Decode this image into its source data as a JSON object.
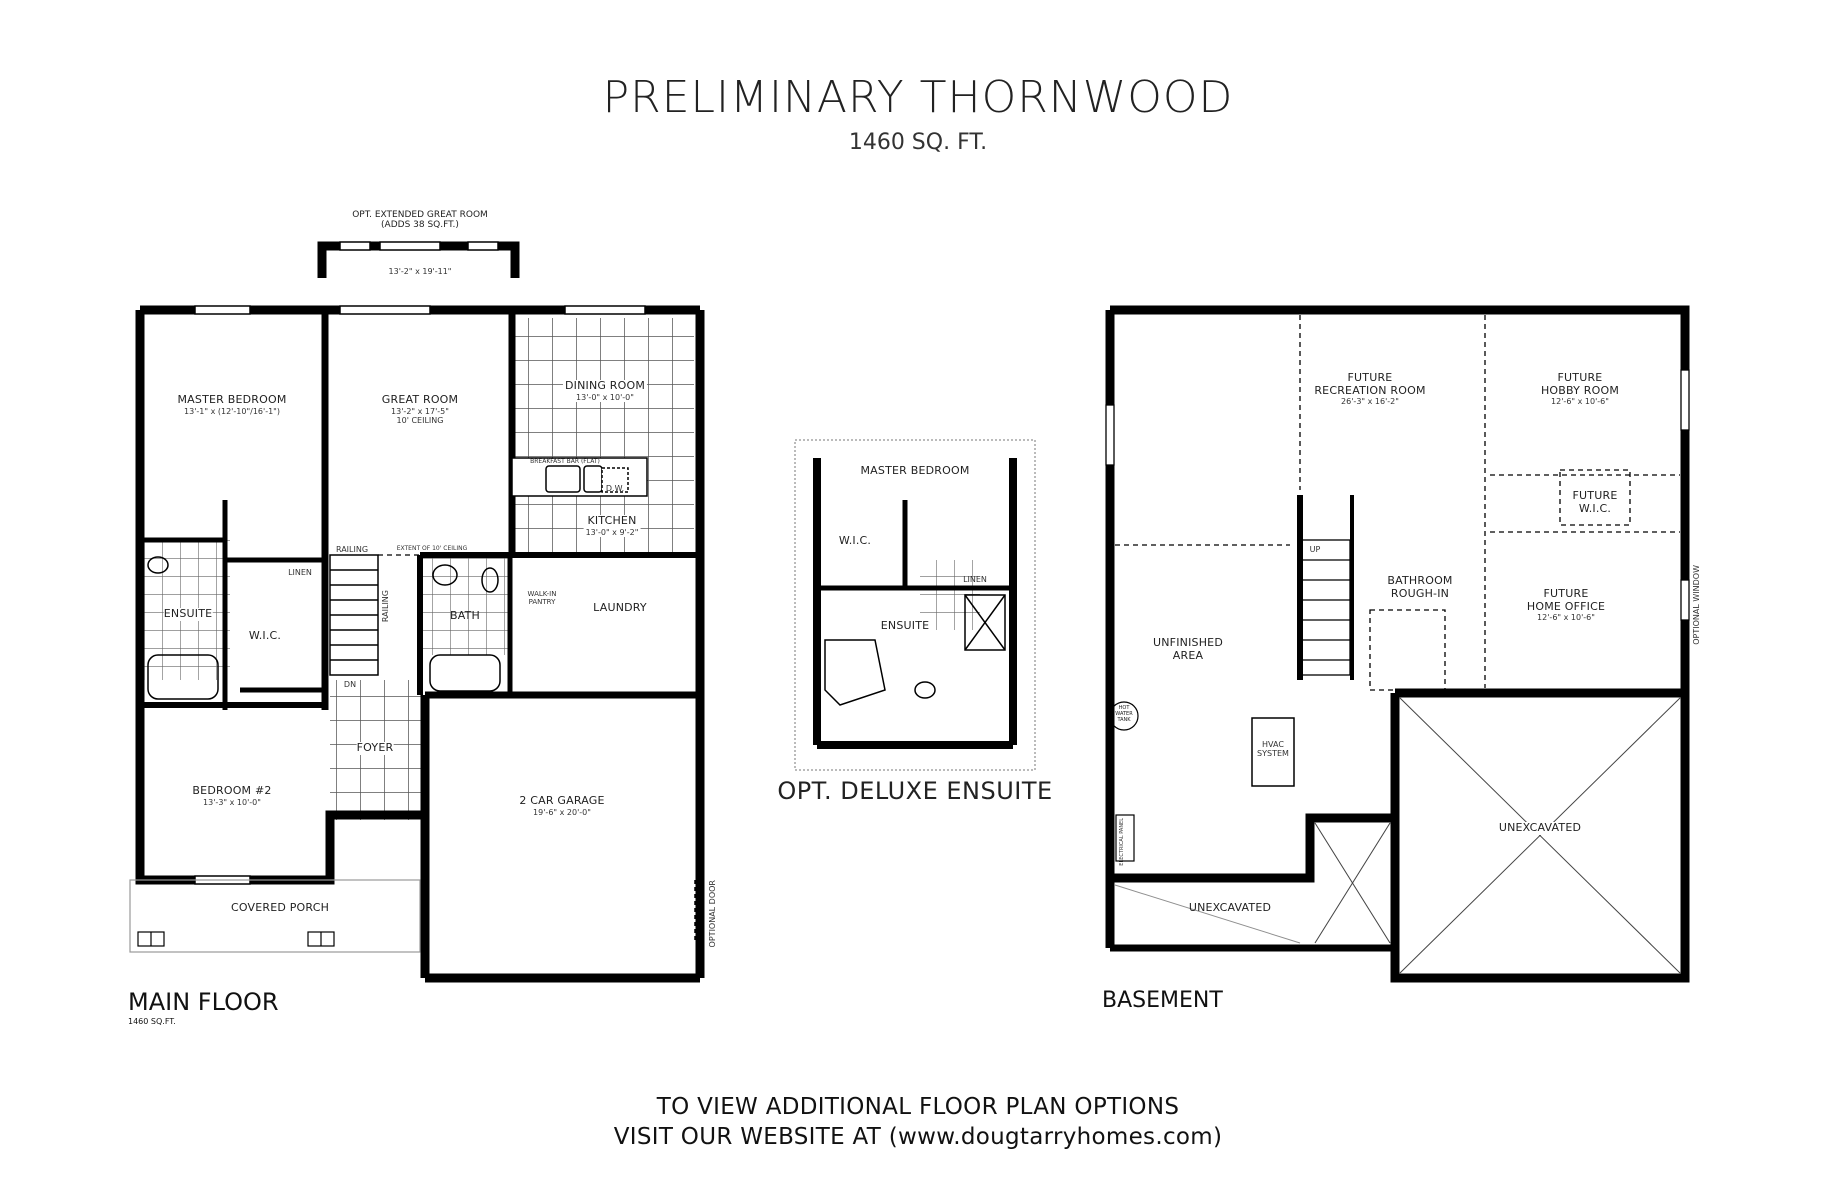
{
  "header": {
    "title": "PRELIMINARY THORNWOOD",
    "subtitle": "1460 SQ. FT."
  },
  "option_extended": {
    "label_line1": "OPT. EXTENDED GREAT ROOM",
    "label_line2": "(ADDS 38 SQ.FT.)",
    "dims": "13'-2\" x 19'-11\""
  },
  "main_floor": {
    "title": "MAIN FLOOR",
    "sqft": "1460 SQ.FT.",
    "rooms": {
      "master_bedroom": {
        "name": "MASTER BEDROOM",
        "dims": "13'-1\" x (12'-10\"/16'-1\")"
      },
      "great_room": {
        "name": "GREAT ROOM",
        "dims": "13'-2\" x 17'-5\"",
        "note": "10' CEILING"
      },
      "dining_room": {
        "name": "DINING ROOM",
        "dims": "13'-0\" x 10'-0\""
      },
      "kitchen": {
        "name": "KITCHEN",
        "dims": "13'-0\" x 9'-2\""
      },
      "breakfast_bar": "BREAKFAST BAR (FLAT)",
      "dw": "D.W.",
      "linen": "LINEN",
      "ensuite": "ENSUITE",
      "wic": "W.I.C.",
      "railing_top": "RAILING",
      "railing_side": "RAILING",
      "ceiling_note": "EXTENT OF 10' CEILING",
      "bath": "BATH",
      "walk_in_pantry": "WALK-IN PANTRY",
      "laundry": "LAUNDRY",
      "dn": "DN",
      "foyer": "FOYER",
      "bedroom2": {
        "name": "BEDROOM #2",
        "dims": "13'-3\" x 10'-0\""
      },
      "garage": {
        "name": "2 CAR GARAGE",
        "dims": "19'-6\" x 20'-0\""
      },
      "covered_porch": "COVERED PORCH",
      "optional_door": "OPTIONAL DOOR"
    }
  },
  "deluxe_ensuite": {
    "title": "OPT. DELUXE ENSUITE",
    "master_bedroom": "MASTER BEDROOM",
    "wic": "W.I.C.",
    "linen": "LINEN",
    "ensuite": "ENSUITE"
  },
  "basement": {
    "title": "BASEMENT",
    "rooms": {
      "recreation": {
        "line1": "FUTURE",
        "line2": "RECREATION ROOM",
        "dims": "26'-3\" x 16'-2\""
      },
      "hobby": {
        "line1": "FUTURE",
        "line2": "HOBBY ROOM",
        "dims": "12'-6\" x 10'-6\""
      },
      "wic": {
        "line1": "FUTURE",
        "line2": "W.I.C."
      },
      "bathroom": {
        "line1": "BATHROOM",
        "line2": "ROUGH-IN"
      },
      "office": {
        "line1": "FUTURE",
        "line2": "HOME OFFICE",
        "dims": "12'-6\" x 10'-6\""
      },
      "unfinished": {
        "line1": "UNFINISHED",
        "line2": "AREA"
      },
      "hot_water": {
        "line1": "HOT",
        "line2": "WATER",
        "line3": "TANK"
      },
      "hvac": {
        "line1": "HVAC",
        "line2": "SYSTEM"
      },
      "electrical": "ELECTRICAL PANEL",
      "unexcavated_left": "UNEXCAVATED",
      "unexcavated_right": "UNEXCAVATED",
      "up": "UP",
      "optional_window": "OPTIONAL WINDOW"
    }
  },
  "footer": {
    "line1": "TO VIEW ADDITIONAL FLOOR PLAN OPTIONS",
    "line2": "VISIT OUR WEBSITE AT (www.dougtarryhomes.com)"
  },
  "colors": {
    "wall": "#000000",
    "grid": "#555555",
    "background": "#ffffff"
  }
}
